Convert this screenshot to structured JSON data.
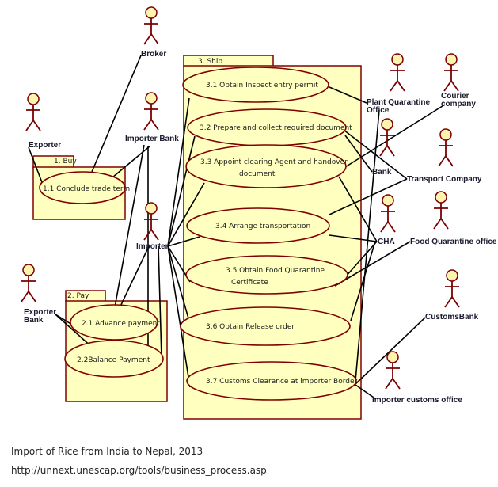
{
  "colors": {
    "package_fill": "#ffffc0",
    "package_stroke": "#800000",
    "usecase_fill": "#ffffc0",
    "usecase_stroke": "#800000",
    "actor_stroke": "#7a0000",
    "actor_head_fill": "#fff3b0",
    "association": "#000000"
  },
  "packages": [
    {
      "id": "buy",
      "label": "1.     Buy"
    },
    {
      "id": "pay",
      "label": "2. Pay"
    },
    {
      "id": "ship",
      "label": "3. Ship"
    }
  ],
  "use_cases": [
    {
      "id": "uc11",
      "lines": [
        "1.1 Conclude trade term"
      ]
    },
    {
      "id": "uc21",
      "lines": [
        "2.1 Advance payment"
      ]
    },
    {
      "id": "uc22",
      "lines": [
        "2.2Balance Payment"
      ]
    },
    {
      "id": "uc31",
      "lines": [
        "3.1 Obtain Inspect entry permit"
      ]
    },
    {
      "id": "uc32",
      "lines": [
        "3.2 Prepare and collect required document"
      ]
    },
    {
      "id": "uc33",
      "lines": [
        "3.3 Appoint clearing Agent and handover",
        "document"
      ]
    },
    {
      "id": "uc34",
      "lines": [
        "3.4  Arrange transportation"
      ]
    },
    {
      "id": "uc35",
      "lines": [
        "3.5 Obtain Food Quarantine",
        "Certificate"
      ]
    },
    {
      "id": "uc36",
      "lines": [
        "3.6 Obtain Release order"
      ]
    },
    {
      "id": "uc37",
      "lines": [
        "3.7  Customs Clearance at importer Border"
      ]
    }
  ],
  "actors": [
    {
      "id": "broker",
      "lines": [
        "Broker"
      ]
    },
    {
      "id": "exporter",
      "lines": [
        "Exporter"
      ]
    },
    {
      "id": "importer_bank",
      "lines": [
        "Importer Bank"
      ]
    },
    {
      "id": "importer",
      "lines": [
        "Importer"
      ]
    },
    {
      "id": "exporter_bank",
      "lines": [
        "Exporter",
        "Bank"
      ]
    },
    {
      "id": "plant_quarantine",
      "lines": [
        "Plant Quarantine",
        "Office"
      ]
    },
    {
      "id": "courier",
      "lines": [
        "Courier",
        "company"
      ]
    },
    {
      "id": "bank",
      "lines": [
        "Bank"
      ]
    },
    {
      "id": "transport",
      "lines": [
        "Transport Company"
      ]
    },
    {
      "id": "cha",
      "lines": [
        "CHA"
      ]
    },
    {
      "id": "food_quarantine",
      "lines": [
        "Food Quarantine office"
      ]
    },
    {
      "id": "customs_bank",
      "lines": [
        "CustomsBank"
      ]
    },
    {
      "id": "importer_customs",
      "lines": [
        "Importer customs office"
      ]
    }
  ],
  "associations": [
    [
      "exporter",
      "uc11"
    ],
    [
      "broker",
      "uc11"
    ],
    [
      "importer_bank",
      "uc11"
    ],
    [
      "importer_bank",
      "uc21"
    ],
    [
      "importer_bank",
      "uc22"
    ],
    [
      "exporter_bank",
      "uc21"
    ],
    [
      "exporter_bank",
      "uc22"
    ],
    [
      "importer",
      "uc21"
    ],
    [
      "importer",
      "uc22"
    ],
    [
      "importer",
      "uc31"
    ],
    [
      "importer",
      "uc32"
    ],
    [
      "importer",
      "uc33"
    ],
    [
      "importer",
      "uc34"
    ],
    [
      "importer",
      "uc35"
    ],
    [
      "importer",
      "uc36"
    ],
    [
      "importer",
      "uc37"
    ],
    [
      "plant_quarantine",
      "uc31"
    ],
    [
      "plant_quarantine",
      "uc37"
    ],
    [
      "courier",
      "uc33"
    ],
    [
      "bank",
      "uc32"
    ],
    [
      "transport",
      "uc32"
    ],
    [
      "transport",
      "uc34"
    ],
    [
      "cha",
      "uc33"
    ],
    [
      "cha",
      "uc34"
    ],
    [
      "cha",
      "uc35"
    ],
    [
      "cha",
      "uc36"
    ],
    [
      "food_quarantine",
      "uc35"
    ],
    [
      "customs_bank",
      "uc37"
    ],
    [
      "importer_customs",
      "uc37"
    ]
  ],
  "caption": {
    "title": "Import of Rice from India to Nepal, 2013",
    "source": "http://unnext.unescap.org/tools/business_process.asp"
  }
}
